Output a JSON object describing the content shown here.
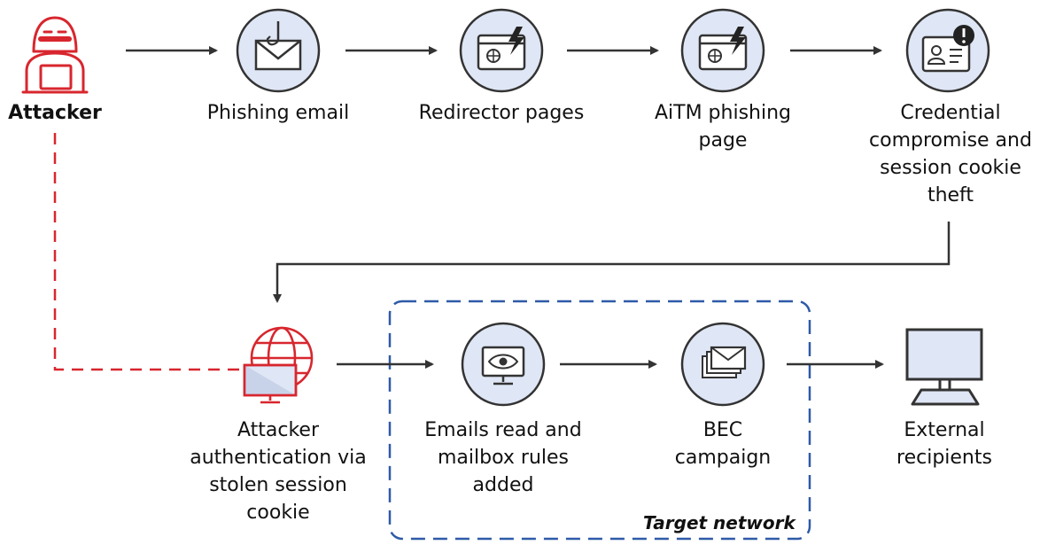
{
  "diagram": {
    "nodes": {
      "attacker": {
        "label": "Attacker"
      },
      "phishing_email": {
        "label": "Phishing email"
      },
      "redirector_pages": {
        "label": "Redirector pages"
      },
      "aitm_page": {
        "line1": "AiTM phishing",
        "line2": "page"
      },
      "credential": {
        "line1": "Credential",
        "line2": "compromise and",
        "line3": "session cookie",
        "line4": "theft"
      },
      "attacker_auth": {
        "line1": "Attacker",
        "line2": "authentication via",
        "line3": "stolen session",
        "line4": "cookie"
      },
      "emails_read": {
        "line1": "Emails read and",
        "line2": "mailbox rules",
        "line3": "added"
      },
      "bec": {
        "line1": "BEC",
        "line2": "campaign"
      },
      "external": {
        "line1": "External",
        "line2": "recipients"
      }
    },
    "target_network": {
      "label": "Target network"
    },
    "colors": {
      "circle_fill": "#dfe6f5",
      "attacker_red": "#d8262e",
      "box_blue": "#2f5aa8",
      "arrow": "#333333"
    },
    "icons": {
      "attacker": "hooded-attacker-icon",
      "phishing_email": "hooked-envelope-icon",
      "redirector_pages": "browser-lightning-icon",
      "aitm_page": "browser-lightning-icon",
      "credential": "id-card-alert-icon",
      "attacker_auth": "globe-monitor-icon",
      "emails_read": "eye-monitor-icon",
      "bec": "stacked-envelopes-icon",
      "external": "desktop-monitor-icon"
    }
  }
}
